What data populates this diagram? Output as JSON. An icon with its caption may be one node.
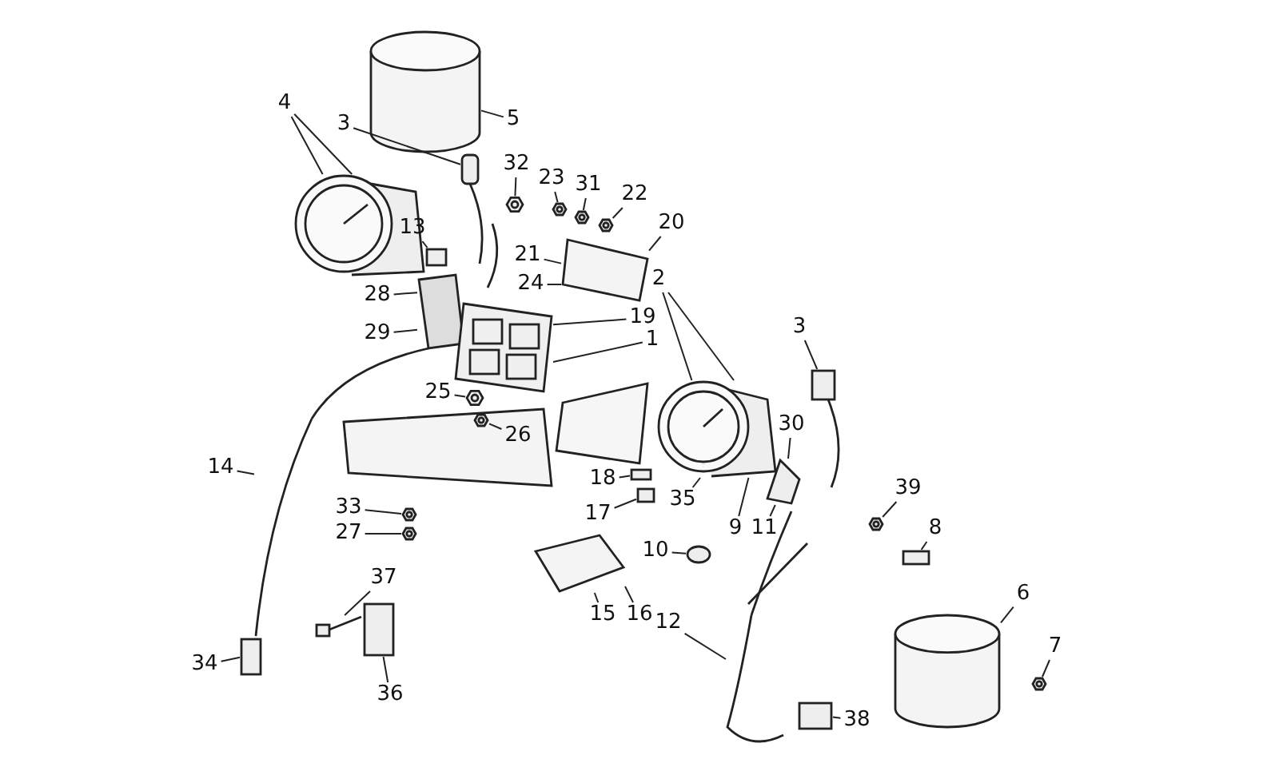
{
  "diagram": {
    "nodes": [
      {
        "text": [
          "5"
        ]
      },
      {
        "text": [
          "4"
        ]
      },
      {
        "text": [
          "3"
        ]
      },
      {
        "text": [
          "32"
        ]
      },
      {
        "text": [
          "23"
        ]
      },
      {
        "text": [
          "31"
        ]
      },
      {
        "text": [
          "22"
        ]
      },
      {
        "text": [
          "13"
        ]
      },
      {
        "text": [
          "20"
        ]
      },
      {
        "text": [
          "21"
        ]
      },
      {
        "text": [
          "24"
        ]
      },
      {
        "text": [
          "2"
        ]
      },
      {
        "text": [
          "28"
        ]
      },
      {
        "text": [
          "19"
        ]
      },
      {
        "text": [
          "29"
        ]
      },
      {
        "text": [
          "1"
        ]
      },
      {
        "text": [
          "3"
        ]
      },
      {
        "text": [
          "25"
        ]
      },
      {
        "text": [
          "26"
        ]
      },
      {
        "text": [
          "30"
        ]
      },
      {
        "text": [
          "14"
        ]
      },
      {
        "text": [
          "18"
        ]
      },
      {
        "text": [
          "35"
        ]
      },
      {
        "text": [
          "33"
        ]
      },
      {
        "text": [
          "17"
        ]
      },
      {
        "text": [
          "39"
        ]
      },
      {
        "text": [
          "27"
        ]
      },
      {
        "text": [
          "9"
        ]
      },
      {
        "text": [
          "11"
        ]
      },
      {
        "text": [
          "8"
        ]
      },
      {
        "text": [
          "10"
        ]
      },
      {
        "text": [
          "6"
        ]
      },
      {
        "text": [
          "37"
        ]
      },
      {
        "text": [
          "15"
        ]
      },
      {
        "text": [
          "16"
        ]
      },
      {
        "text": [
          "12"
        ]
      },
      {
        "text": [
          "7"
        ]
      },
      {
        "text": [
          "34"
        ]
      },
      {
        "text": [
          "36"
        ]
      },
      {
        "text": [
          "38"
        ]
      },
      {
        "text": [],
        "shape": "cylinder"
      },
      {
        "text": [],
        "shape": "picture"
      },
      {
        "text": [],
        "shape": "picture"
      },
      {
        "text": [],
        "shape": "picture"
      },
      {
        "text": [],
        "shape": "picture"
      },
      {
        "text": [],
        "shape": "picture"
      },
      {
        "text": [],
        "shape": "picture"
      },
      {
        "text": [],
        "shape": "picture"
      },
      {
        "text": [],
        "shape": "box"
      },
      {
        "text": [],
        "shape": "picture"
      },
      {
        "text": [],
        "shape": "picture"
      },
      {
        "text": [],
        "shape": "picture"
      },
      {
        "text": [],
        "shape": "box"
      },
      {
        "text": [],
        "shape": "picture"
      },
      {
        "text": [],
        "shape": "picture"
      },
      {
        "text": [],
        "shape": "picture"
      },
      {
        "text": [],
        "shape": "picture"
      },
      {
        "text": [],
        "shape": "picture"
      },
      {
        "text": [],
        "shape": "picture"
      },
      {
        "text": [],
        "shape": "box"
      },
      {
        "text": [],
        "shape": "box"
      },
      {
        "text": [],
        "shape": "picture"
      },
      {
        "text": [],
        "shape": "box"
      },
      {
        "text": [],
        "shape": "circle"
      },
      {
        "text": [],
        "shape": "cylinder"
      },
      {
        "text": [],
        "shape": "picture"
      },
      {
        "text": [],
        "shape": "picture"
      },
      {
        "text": [],
        "shape": "picture"
      },
      {
        "text": [],
        "shape": "box"
      },
      {
        "text": [],
        "shape": "box"
      },
      {
        "text": [],
        "shape": "picture"
      },
      {
        "text": [],
        "shape": "box"
      }
    ],
    "edges": [
      {
        "from": 0,
        "to": 40,
        "arrow": "none"
      },
      {
        "from": 1,
        "to": 41,
        "arrow": "none"
      },
      {
        "from": 1,
        "to": 41,
        "arrow": "none"
      },
      {
        "from": 2,
        "to": 42,
        "arrow": "none"
      },
      {
        "from": 3,
        "to": 43,
        "arrow": "none"
      },
      {
        "from": 4,
        "to": 44,
        "arrow": "none"
      },
      {
        "from": 5,
        "to": 45,
        "arrow": "none"
      },
      {
        "from": 6,
        "to": 46,
        "arrow": "none"
      },
      {
        "from": 7,
        "to": 48,
        "arrow": "none"
      },
      {
        "from": 8,
        "to": 47,
        "arrow": "none"
      },
      {
        "from": 9,
        "to": 47,
        "arrow": "none"
      },
      {
        "from": 10,
        "to": 47,
        "arrow": "none"
      },
      {
        "from": 11,
        "to": 51,
        "arrow": "none"
      },
      {
        "from": 11,
        "to": 51,
        "arrow": "none"
      },
      {
        "from": 12,
        "to": 49,
        "arrow": "none"
      },
      {
        "from": 13,
        "to": 50,
        "arrow": "none"
      },
      {
        "from": 14,
        "to": 49,
        "arrow": "none"
      },
      {
        "from": 15,
        "to": 50,
        "arrow": "none"
      },
      {
        "from": 16,
        "to": 52,
        "arrow": "none"
      },
      {
        "from": 17,
        "to": 53,
        "arrow": "none"
      },
      {
        "from": 18,
        "to": 54,
        "arrow": "none"
      },
      {
        "from": 19,
        "to": 55,
        "arrow": "none"
      },
      {
        "from": 20,
        "to": 56,
        "arrow": "none"
      },
      {
        "from": 21,
        "to": 59,
        "arrow": "none"
      },
      {
        "from": 22,
        "to": 51,
        "arrow": "none"
      },
      {
        "from": 23,
        "to": 57,
        "arrow": "none"
      },
      {
        "from": 24,
        "to": 60,
        "arrow": "none"
      },
      {
        "from": 25,
        "to": 61,
        "arrow": "none"
      },
      {
        "from": 26,
        "to": 58,
        "arrow": "none"
      },
      {
        "from": 27,
        "to": 51,
        "arrow": "none"
      },
      {
        "from": 28,
        "to": 55,
        "arrow": "none"
      },
      {
        "from": 29,
        "to": 62,
        "arrow": "none"
      },
      {
        "from": 30,
        "to": 63,
        "arrow": "none"
      },
      {
        "from": 31,
        "to": 64,
        "arrow": "none"
      },
      {
        "from": 32,
        "to": 70,
        "arrow": "none"
      },
      {
        "from": 33,
        "to": 65,
        "arrow": "none"
      },
      {
        "from": 34,
        "to": 65,
        "arrow": "none"
      },
      {
        "from": 35,
        "to": 66,
        "arrow": "none"
      },
      {
        "from": 36,
        "to": 67,
        "arrow": "none"
      },
      {
        "from": 37,
        "to": 68,
        "arrow": "none"
      },
      {
        "from": 38,
        "to": 69,
        "arrow": "none"
      },
      {
        "from": 39,
        "to": 71,
        "arrow": "none"
      }
    ]
  }
}
